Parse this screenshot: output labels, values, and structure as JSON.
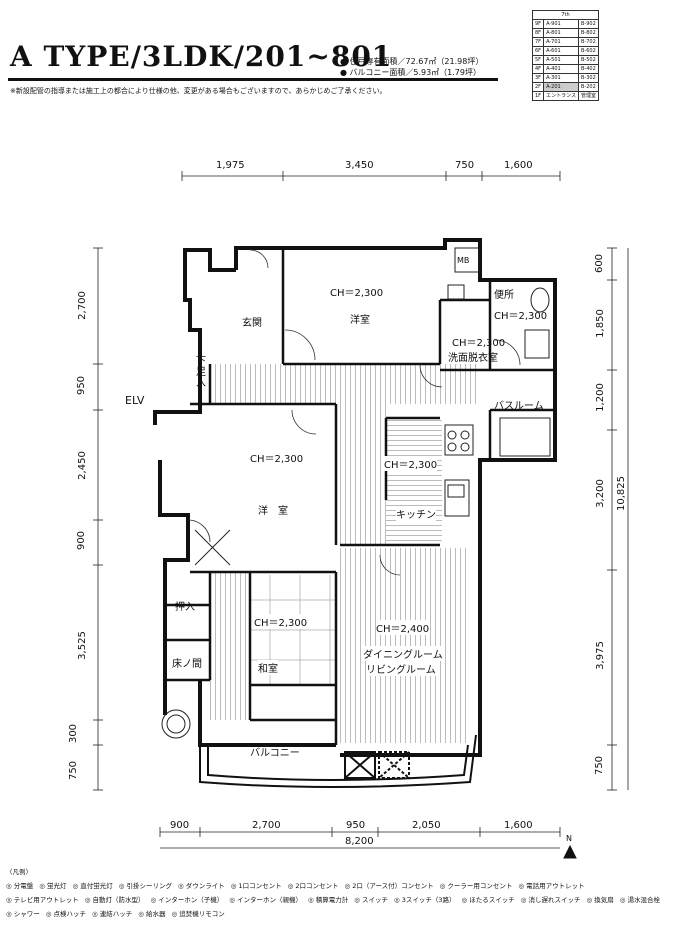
{
  "title": "A TYPE/3LDK/201~801",
  "areas": [
    "● 住戸専有面積／72.67㎡（21.98坪）",
    "● バルコニー面積／5.93㎡（1.79坪）"
  ],
  "note": "※新設配管の指導または施工上の都合により仕様の他、変更がある場合もございますので、あらかじめご了承ください。",
  "floor_table": {
    "header": "7th",
    "rows": [
      [
        "9F",
        "A-901",
        "B-902"
      ],
      [
        "8F",
        "A-801",
        "B-802"
      ],
      [
        "7F",
        "A-701",
        "B-702"
      ],
      [
        "6F",
        "A-601",
        "B-602"
      ],
      [
        "5F",
        "A-501",
        "B-502"
      ],
      [
        "4F",
        "A-401",
        "B-402"
      ],
      [
        "3F",
        "A-301",
        "B-302"
      ],
      [
        "2F",
        "A-201",
        "B-202"
      ],
      [
        "1F",
        "エントランス",
        "管理室"
      ]
    ]
  },
  "dims_top": [
    "1,975",
    "3,450",
    "750",
    "1,600"
  ],
  "dims_bottom": [
    "900",
    "2,700",
    "950",
    "2,050",
    "1,600"
  ],
  "dim_total": "8,200",
  "dims_left": [
    "2,700",
    "950",
    "2,450",
    "900",
    "3,525",
    "750",
    "300"
  ],
  "dims_right": [
    "600",
    "1,850",
    "1,200",
    "3,200",
    "3,975",
    "750"
  ],
  "dim_total_right": "10,825",
  "elv": "ELV",
  "north": "N",
  "rooms": {
    "genkan": "玄関",
    "shitabako": "下足入",
    "yoshitsu1": "洋室",
    "yoshitsu1_ch": "CH＝2,300",
    "yoshitsu2": "洋　室",
    "yoshitsu2_ch": "CH＝2,300",
    "benjo": "便所",
    "benjo_ch": "CH＝2,300",
    "senmen": "洗面脱衣室",
    "senmen_ch": "CH＝2,300",
    "bath": "バスルーム",
    "kitchen": "キッチン",
    "kitchen_ch": "CH＝2,300",
    "dining": "ダイニングルーム",
    "living": "リビングルーム",
    "dining_ch": "CH＝2,400",
    "washitsu": "和室",
    "washitsu_ch": "CH＝2,300",
    "oshiire": "押入",
    "tokonoma": "床ノ間",
    "balcony": "バルコニー",
    "mb": "MB"
  },
  "legend_title": "〈凡例〉",
  "legend_row1": [
    "分電盤",
    "蛍光灯",
    "直付蛍光灯",
    "引掛シーリング",
    "ダウンライト",
    "1口コンセント",
    "2口コンセント",
    "2口（アース付）コンセント",
    "クーラー用コンセント",
    "電話用アウトレット"
  ],
  "legend_row2": [
    "テレビ用アウトレット",
    "自動灯（防水型）",
    "インターホン（子機）",
    "インターホン（親機）",
    "積算電力計",
    "スイッチ",
    "3スイッチ（3路）",
    "ほたるスイッチ",
    "消し遅れスイッチ",
    "換気扇",
    "湯水混合栓"
  ],
  "legend_row3": [
    "シャワー",
    "点検ハッチ",
    "連結ハッチ",
    "給水器",
    "追焚機リモコン"
  ]
}
